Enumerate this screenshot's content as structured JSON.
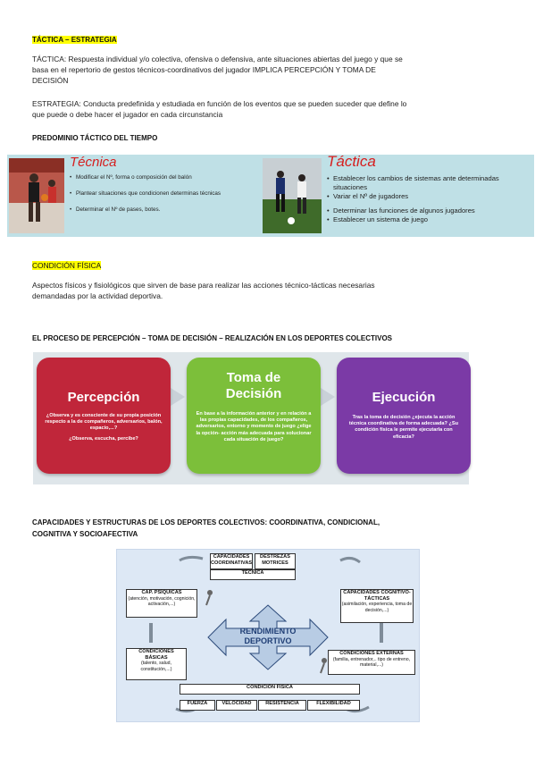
{
  "section1": {
    "heading": "TÁCTICA – ESTRATEGIA",
    "tactica_text_line1": "TÁCTICA: Respuesta individual y/o colectiva, ofensiva o defensiva, ante situaciones abiertas del juego y que se",
    "tactica_text_line2": "basa en el repertorio de gestos técnicos-coordinativos del jugador IMPLICA PERCEPCIÓN Y TOMA DE",
    "tactica_text_line3": "DECISIÓN",
    "estrategia_text_line1": "ESTRATEGIA: Conducta predefinida y estudiada en función de los eventos que se pueden suceder que define lo",
    "estrategia_text_line2": "que puede o debe hacer el jugador en cada circunstancia",
    "predominio_heading": "PREDOMINIO TÁCTICO DEL TIEMPO"
  },
  "banner": {
    "tecnica": {
      "title": "Técnica",
      "items": [
        "Modificar el Nº, forma o composición del balón",
        "Plantear situaciones que condicionen determinas técnicas",
        "Determinar el Nº de pases, botes."
      ]
    },
    "tactica": {
      "title": "Táctica",
      "items": [
        "Establecer los cambios de sistemas ante determinadas situaciones",
        "Variar el Nº de jugadores",
        "Determinar las funciones de algunos jugadores",
        "Establecer un sistema de juego"
      ]
    }
  },
  "section2": {
    "heading": "CONDICIÓN FÍSICA",
    "text_line1": "Aspectos físicos y fisiológicos que sirven de base para realizar las acciones técnico-tácticas necesarias",
    "text_line2": "demandadas por la actividad deportiva."
  },
  "section3": {
    "heading": "EL PROCESO DE PERCEPCIÓN – TOMA DE DECISIÓN – REALIZACIÓN EN LOS DEPORTES COLECTIVOS",
    "cards": [
      {
        "title": "Percepción",
        "title2": "",
        "body": "¿Observa y es consciente de su propia posición respecto a la de compañeros, adversarios, balón, espacio,...?",
        "body2": "¿Observa, escucha, percibe?",
        "color": "#c0263a"
      },
      {
        "title": "Toma de",
        "title2": "Decisión",
        "body": "En base a la información anterior y en relación a las propias capacidades, de los compañeros, adversarios, entorno y momento de juego ¿elige la opción- acción más adecuada para solucionar cada situación de juego?",
        "body2": "",
        "color": "#7cbf3a"
      },
      {
        "title": "Ejecución",
        "title2": "",
        "body": "Tras la toma de decisión ¿ejecuta la acción técnica coordinativa de forma adecuada? ¿Su condición física le permite ejecutarla con eficacia?",
        "body2": "",
        "color": "#7b3aa6"
      }
    ]
  },
  "section4": {
    "heading_line1": "CAPACIDADES Y ESTRUCTURAS DE LOS DEPORTES COLECTIVOS: COORDINATIVA, CONDICIONAL,",
    "heading_line2": "COGNITIVA Y SOCIOAFECTIVA"
  },
  "diagram": {
    "top_left": "CAPACIDADES COORDINATIVAS",
    "top_right": "DESTREZAS MOTRICES",
    "top_bottom": "TÉCNICA",
    "psiquicas_title": "CAP. PSÍQUICAS",
    "psiquicas_sub": "(atención, motivación, cognición, activación,...)",
    "tacticas_title": "CAPACIDADES COGNITIVO-TÁCTICAS",
    "tacticas_sub": "(asimilación, experiencia, toma de decisión,...)",
    "center": "RENDIMIENTO DEPORTIVO",
    "basicas_title": "CONDICIONES BÁSICAS",
    "basicas_sub": "(talento, salud, constitución,...)",
    "externas_title": "CONDICIONES EXTERNAS",
    "externas_sub": "(familia, entrenador,.. tipo de entreno, material,...)",
    "fisica_title": "CONDICIÓN FÍSICA",
    "fisica_items": [
      "FUERZA",
      "VELOCIDAD",
      "RESISTENCIA",
      "FLEXIBILIDAD"
    ]
  }
}
